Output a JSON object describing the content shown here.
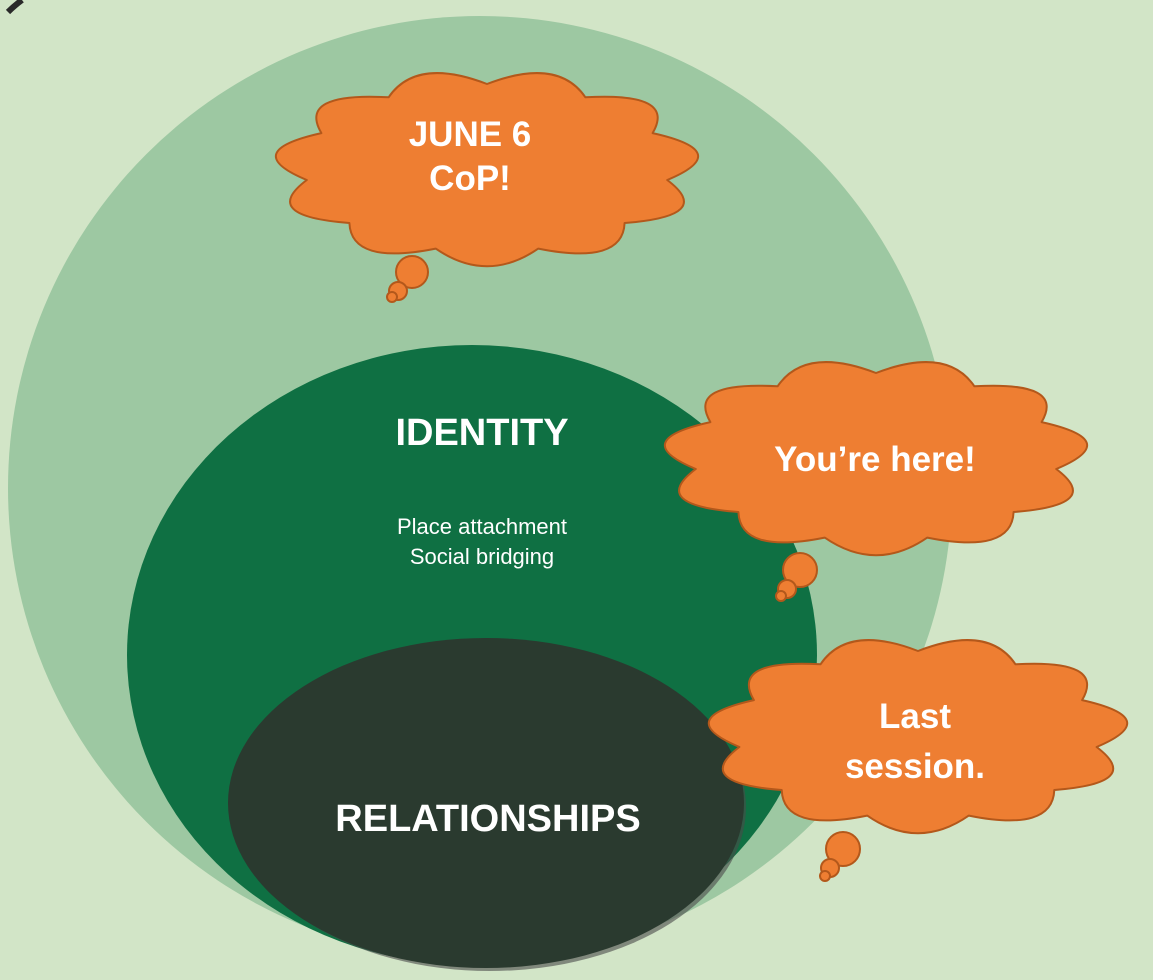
{
  "colors": {
    "background": "#d2e5c7",
    "outer_circle": "#9dc8a2",
    "identity_ellipse": "#0f7043",
    "relationships_ellipse": "#2a3a2f",
    "cloud_fill": "#ee7e32",
    "cloud_stroke": "#b3581b",
    "label_light": "#ffffff",
    "label_dark": "#000000"
  },
  "diagram": {
    "identity": {
      "title": "IDENTITY",
      "subtitle": "Place attachment\nSocial bridging"
    },
    "relationships": {
      "title": "RELATIONSHIPS"
    },
    "callouts": [
      {
        "id": "june",
        "text": "JUNE 6\nCoP!"
      },
      {
        "id": "here",
        "text": "You’re here!"
      },
      {
        "id": "last",
        "text": "Last\nsession."
      }
    ]
  }
}
